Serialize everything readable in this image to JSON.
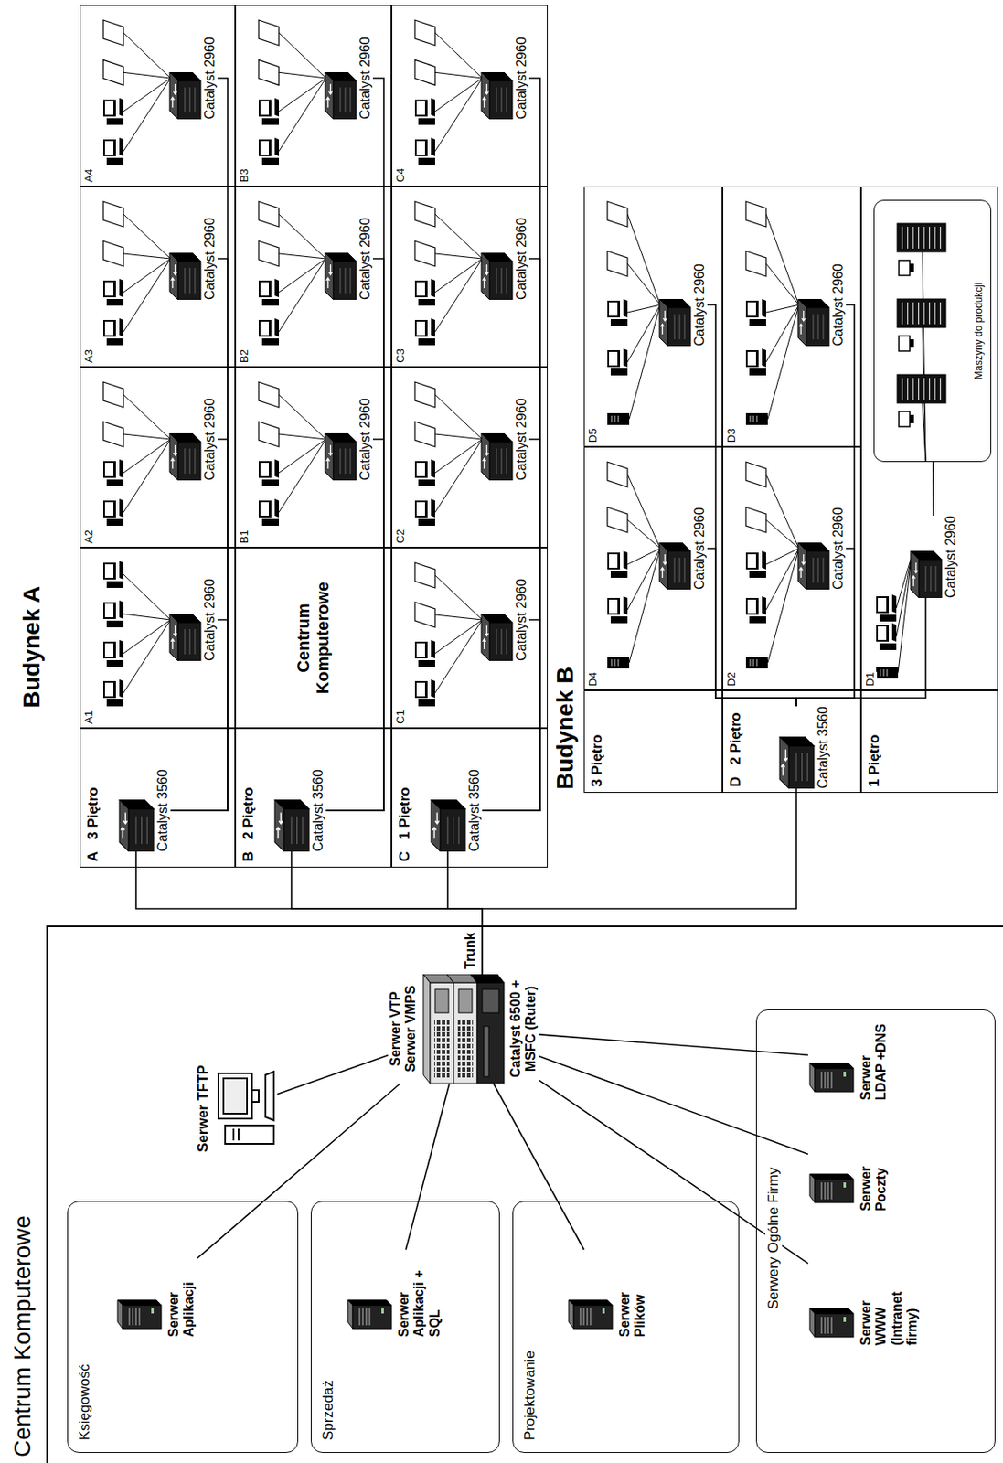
{
  "diagram": {
    "nodes": [
      {
        "text": [
          "Centrum Komputerowe"
        ]
      },
      {
        "text": [
          "Serwer TFTP"
        ],
        "in": 0
      },
      {
        "text": [
          "Serwer VTP Serwer VMPS",
          "Catalyst 6500 + MSFC (Ruter)"
        ],
        "in": 0
      },
      {
        "text": [
          "Księgowość"
        ],
        "in": 0
      },
      {
        "text": [
          "Serwer Aplikacji"
        ],
        "in": 3
      },
      {
        "text": [
          "Sprzedaż"
        ],
        "in": 0
      },
      {
        "text": [
          "Serwer Aplikacji + SQL"
        ],
        "in": 5
      },
      {
        "text": [
          "Projektowanie"
        ],
        "in": 0
      },
      {
        "text": [
          "Serwer Plików"
        ],
        "in": 7
      },
      {
        "text": [
          "Serwery Ogólne Firmy"
        ],
        "in": 0
      },
      {
        "text": [
          "Serwer WWW (Intranet firmy)"
        ],
        "in": 9
      },
      {
        "text": [
          "Serwer Poczty"
        ],
        "in": 9
      },
      {
        "text": [
          "Serwer LDAP +DNS"
        ],
        "in": 9
      },
      {
        "text": [
          "Budynek A"
        ]
      },
      {
        "text": [
          "A",
          "3 Piętro"
        ],
        "in": 13
      },
      {
        "text": [
          "Catalyst 3560"
        ],
        "in": 14
      },
      {
        "text": [
          "A1"
        ],
        "in": 13
      },
      {
        "text": [
          "Catalyst 2960"
        ],
        "in": 16
      },
      {
        "text": [
          "A2"
        ],
        "in": 13
      },
      {
        "text": [
          "Catalyst 2960"
        ],
        "in": 18
      },
      {
        "text": [
          "A3"
        ],
        "in": 13
      },
      {
        "text": [
          "Catalyst 2960"
        ],
        "in": 20
      },
      {
        "text": [
          "A4"
        ],
        "in": 13
      },
      {
        "text": [
          "Catalyst 2960"
        ],
        "in": 22
      },
      {
        "text": [
          "B",
          "2 Piętro"
        ],
        "in": 13
      },
      {
        "text": [
          "Catalyst 3560"
        ],
        "in": 24
      },
      {
        "text": [
          "Centrum Komputerowe"
        ],
        "in": 13
      },
      {
        "text": [
          "B1"
        ],
        "in": 13
      },
      {
        "text": [
          "Catalyst 2960"
        ],
        "in": 27
      },
      {
        "text": [
          "B2"
        ],
        "in": 13
      },
      {
        "text": [
          "Catalyst 2960"
        ],
        "in": 29
      },
      {
        "text": [
          "B3"
        ],
        "in": 13
      },
      {
        "text": [
          "Catalyst 2960"
        ],
        "in": 31
      },
      {
        "text": [
          "C",
          "1 Piętro"
        ],
        "in": 13
      },
      {
        "text": [
          "Catalyst 3560"
        ],
        "in": 33
      },
      {
        "text": [
          "C1"
        ],
        "in": 13
      },
      {
        "text": [
          "Catalyst 2960"
        ],
        "in": 35
      },
      {
        "text": [
          "C2"
        ],
        "in": 13
      },
      {
        "text": [
          "Catalyst 2960"
        ],
        "in": 37
      },
      {
        "text": [
          "C3"
        ],
        "in": 13
      },
      {
        "text": [
          "Catalyst 2960"
        ],
        "in": 39
      },
      {
        "text": [
          "C4"
        ],
        "in": 13
      },
      {
        "text": [
          "Catalyst 2960"
        ],
        "in": 41
      },
      {
        "text": [
          "Budynek B"
        ]
      },
      {
        "text": [
          "3 Piętro"
        ],
        "in": 43
      },
      {
        "text": [
          "D4"
        ],
        "in": 43
      },
      {
        "text": [
          "Catalyst 2960"
        ],
        "in": 45
      },
      {
        "text": [
          "D5"
        ],
        "in": 43
      },
      {
        "text": [
          "Catalyst 2960"
        ],
        "in": 47
      },
      {
        "text": [
          "D",
          "2 Piętro"
        ],
        "in": 43
      },
      {
        "text": [
          "Catalyst 3560"
        ],
        "in": 43
      },
      {
        "text": [
          "D2"
        ],
        "in": 43
      },
      {
        "text": [
          "Catalyst 2960"
        ],
        "in": 51
      },
      {
        "text": [
          "D3"
        ],
        "in": 43
      },
      {
        "text": [
          "Catalyst 2960"
        ],
        "in": 53
      },
      {
        "text": [
          "1 Piętro"
        ],
        "in": 43
      },
      {
        "text": [
          "D1"
        ],
        "in": 43
      },
      {
        "text": [
          "Catalyst 2960"
        ],
        "in": 56
      },
      {
        "text": [
          "Maszyny do produkcji"
        ],
        "in": 56
      }
    ],
    "edges": [
      {
        "from": 2,
        "to": 1,
        "arrow": "none"
      },
      {
        "from": 2,
        "to": 4,
        "arrow": "none"
      },
      {
        "from": 2,
        "to": 6,
        "arrow": "none"
      },
      {
        "from": 2,
        "to": 8,
        "arrow": "none"
      },
      {
        "from": 2,
        "to": 10,
        "arrow": "none"
      },
      {
        "from": 2,
        "to": 11,
        "arrow": "none"
      },
      {
        "from": 2,
        "to": 12,
        "arrow": "none"
      },
      {
        "from": 2,
        "to": 15,
        "arrow": "none"
      },
      {
        "from": 2,
        "to": 25,
        "arrow": "none"
      },
      {
        "from": 2,
        "to": 34,
        "arrow": "none"
      },
      {
        "from": 2,
        "to": 50,
        "arrow": "none"
      },
      {
        "from": 15,
        "to": 17,
        "arrow": "none"
      },
      {
        "from": 15,
        "to": 19,
        "arrow": "none"
      },
      {
        "from": 15,
        "to": 21,
        "arrow": "none"
      },
      {
        "from": 15,
        "to": 23,
        "arrow": "none"
      },
      {
        "from": 25,
        "to": 28,
        "arrow": "none"
      },
      {
        "from": 25,
        "to": 30,
        "arrow": "none"
      },
      {
        "from": 25,
        "to": 32,
        "arrow": "none"
      },
      {
        "from": 34,
        "to": 36,
        "arrow": "none"
      },
      {
        "from": 34,
        "to": 38,
        "arrow": "none"
      },
      {
        "from": 34,
        "to": 40,
        "arrow": "none"
      },
      {
        "from": 34,
        "to": 42,
        "arrow": "none"
      },
      {
        "from": 50,
        "to": 46,
        "arrow": "none"
      },
      {
        "from": 50,
        "to": 48,
        "arrow": "none"
      },
      {
        "from": 50,
        "to": 52,
        "arrow": "none"
      },
      {
        "from": 50,
        "to": 54,
        "arrow": "none"
      },
      {
        "from": 50,
        "to": 57,
        "arrow": "none"
      },
      {
        "from": 57,
        "to": 58,
        "arrow": "none"
      }
    ],
    "labels": [
      "Trunk"
    ]
  }
}
